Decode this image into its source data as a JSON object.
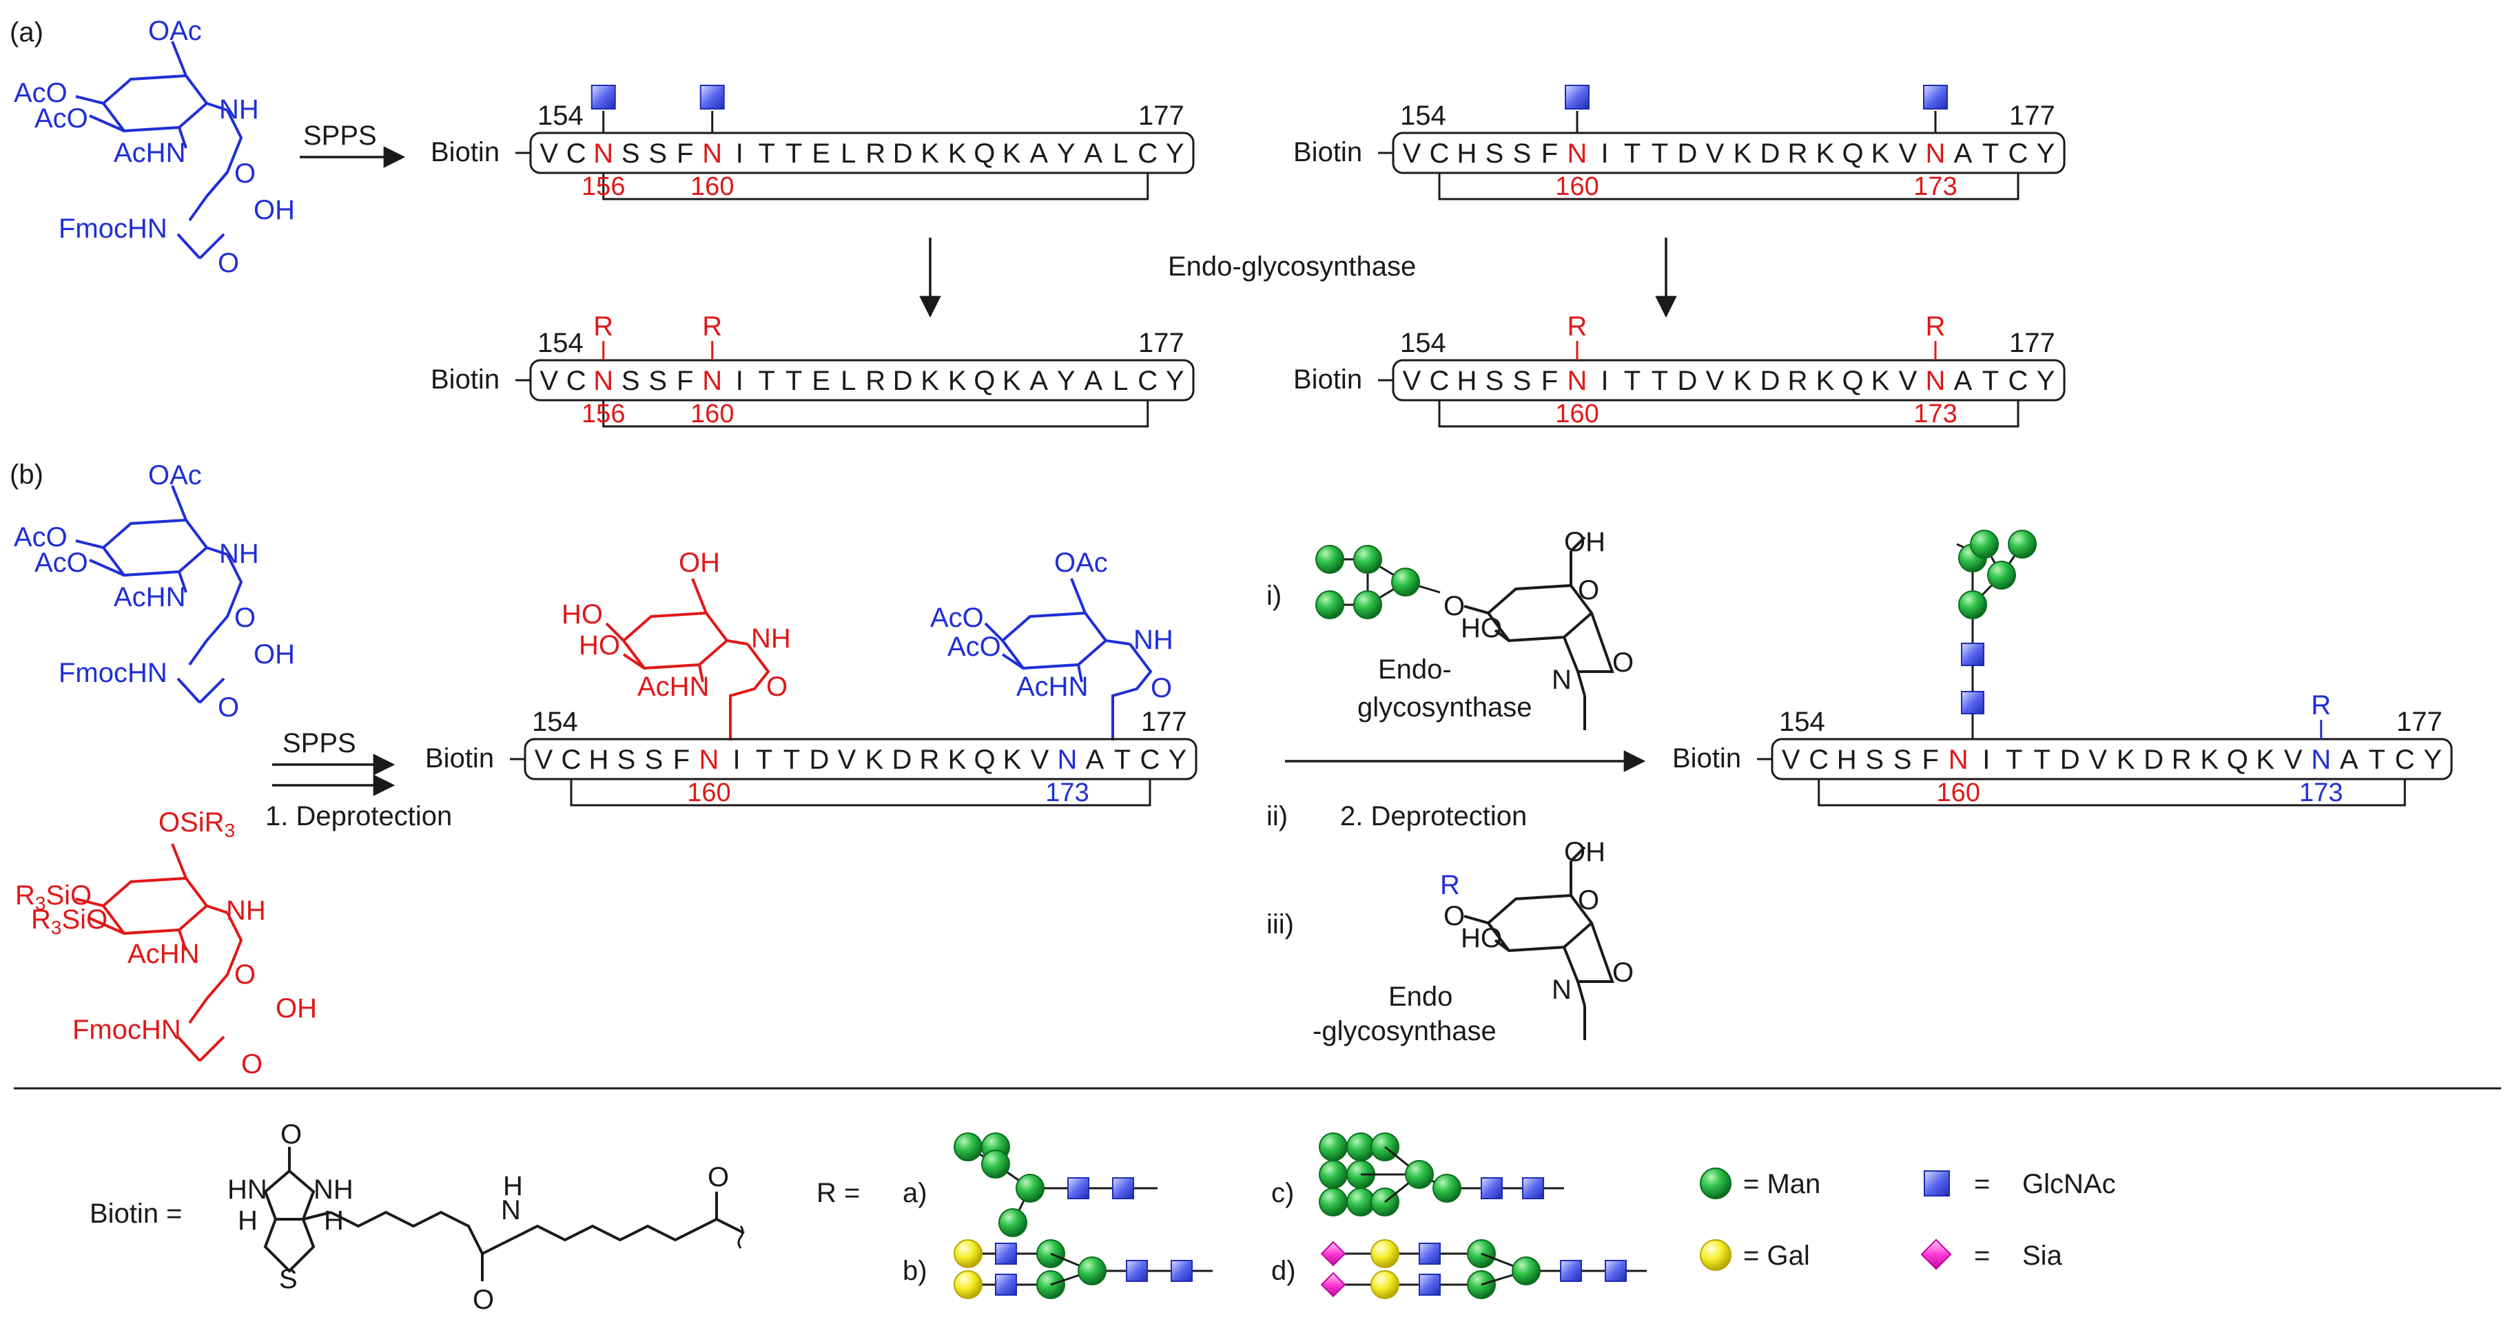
{
  "panels": {
    "a": "(a)",
    "b": "(b)"
  },
  "colors": {
    "black": "#1a1a1a",
    "blue": "#1f2fd6",
    "red": "#e01818",
    "man_green": "#1fae3a",
    "gal_yellow": "#f2ea12",
    "glcnac_blue": "#3f4fe0",
    "sia_pink": "#ff39d6"
  },
  "molecules": {
    "blue_asn": {
      "oac": "OAc",
      "aco_1": "AcO",
      "aco_2": "AcO",
      "achn": "AcHN",
      "nh": "NH",
      "o": "O",
      "fmochn": "FmocHN",
      "oh": "OH"
    },
    "red_asn": {
      "osir3": "OSiR",
      "sub3": "3",
      "r3sio_1": "SiO",
      "r3sio_2": "SiO",
      "r": "R",
      "achn": "AcHN",
      "nh": "NH",
      "o": "O",
      "fmochn": "FmocHN",
      "oh": "OH"
    },
    "peptide_red_glyco": {
      "oh": "OH",
      "ho_1": "HO",
      "ho_2": "HO",
      "achn": "AcHN",
      "nh": "NH",
      "o": "O"
    },
    "peptide_blue_glyco": {
      "oac": "OAc",
      "aco_1": "AcO",
      "aco_2": "AcO",
      "achn": "AcHN",
      "nh": "NH",
      "o": "O"
    },
    "oxazoline": {
      "oh": "OH",
      "ho": "HO",
      "o_ring": "O",
      "n": "N",
      "o2": "O",
      "o_link": "O"
    },
    "biotin": {
      "label": "Biotin =",
      "o": "O",
      "hn": "HN",
      "nh": "NH",
      "h1": "H",
      "h2": "H",
      "s": "S",
      "n": "N",
      "h": "H",
      "o2": "O",
      "o3": "O"
    }
  },
  "reactions": {
    "spps": "SPPS",
    "endo_glycosynthase": "Endo-glycosynthase",
    "deprotection_1": "1. Deprotection",
    "deprotection_2": "2. Deprotection",
    "step_i": "i)",
    "step_ii": "ii)",
    "step_iii": "iii)",
    "endo_1a": "Endo-",
    "endo_1b": "glycosynthase",
    "endo_2a": "Endo",
    "endo_2b": "-glycosynthase"
  },
  "peptides": {
    "seq1": [
      "V",
      "C",
      "N",
      "S",
      "S",
      "F",
      "N",
      "I",
      "T",
      "T",
      "E",
      "L",
      "R",
      "D",
      "K",
      "K",
      "Q",
      "K",
      "A",
      "Y",
      "A",
      "L",
      "C",
      "Y"
    ],
    "seq2": [
      "V",
      "C",
      "H",
      "S",
      "S",
      "F",
      "N",
      "I",
      "T",
      "T",
      "D",
      "V",
      "K",
      "D",
      "R",
      "K",
      "Q",
      "K",
      "V",
      "N",
      "A",
      "T",
      "C",
      "Y"
    ],
    "biotin_prefix": "Biotin",
    "start": "154",
    "end": "177",
    "p156": "156",
    "p160": "160",
    "p173": "173",
    "r": "R"
  },
  "legend": {
    "r_eq": "R =",
    "a": "a)",
    "b": "b)",
    "c": "c)",
    "d": "d)",
    "man": "= Man",
    "gal": "= Gal",
    "glcnac_eq": "=",
    "glcnac": "GlcNAc",
    "sia_eq": "=",
    "sia": "Sia"
  }
}
